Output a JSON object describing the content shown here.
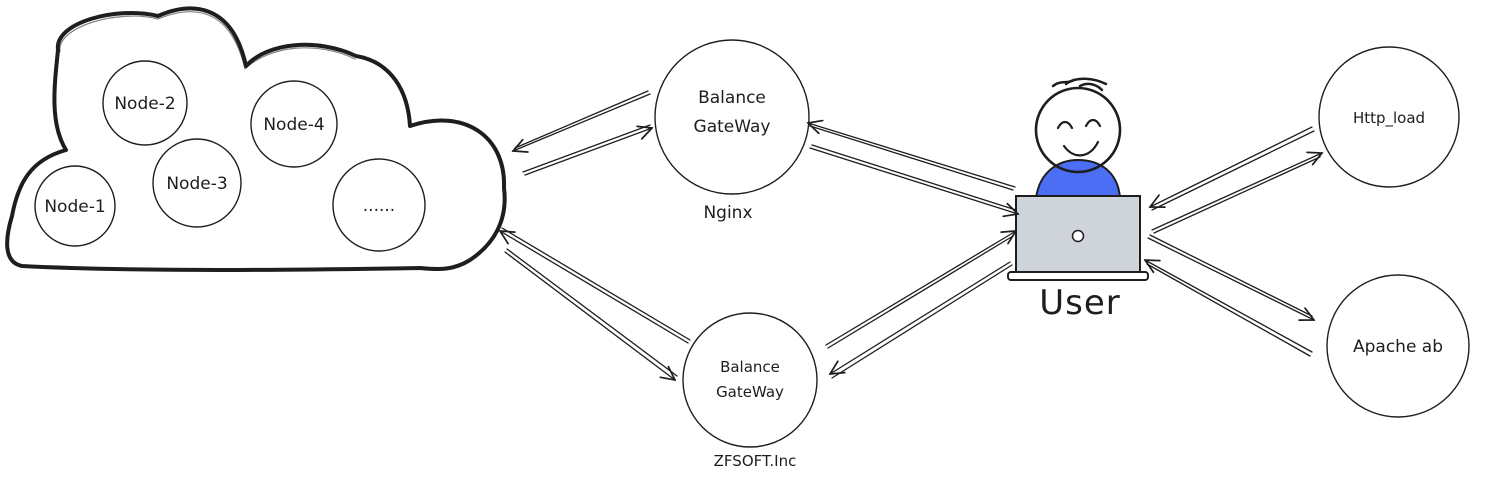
{
  "cluster": {
    "nodes": [
      "Node-1",
      "Node-2",
      "Node-3",
      "Node-4",
      "......"
    ]
  },
  "gateways": {
    "top": {
      "line1": "Balance",
      "line2": "GateWay",
      "caption": "Nginx"
    },
    "bottom": {
      "line1": "Balance",
      "line2": "GateWay",
      "caption": "ZFSOFT.Inc"
    }
  },
  "user": {
    "label": "User",
    "label_color": "#1971c2",
    "shirt_color": "#4c6ef5",
    "laptop_color": "#ced4da"
  },
  "tools": {
    "http_load": "Http_load",
    "apache_ab": "Apache ab"
  }
}
